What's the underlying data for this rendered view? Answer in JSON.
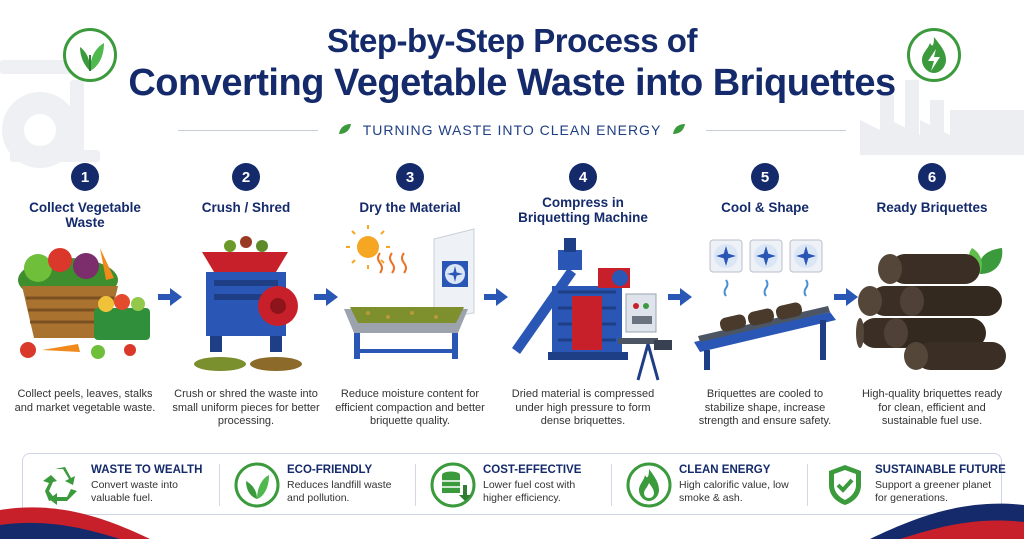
{
  "header": {
    "title_line1": "Step-by-Step Process of",
    "title_line2": "Converting Vegetable Waste into Briquettes",
    "tagline": "TURNING WASTE INTO CLEAN ENERGY"
  },
  "steps": [
    {
      "num": "1",
      "title": "Collect Vegetable Waste",
      "desc": "Collect peels, leaves, stalks and market vegetable waste."
    },
    {
      "num": "2",
      "title": "Crush / Shred",
      "desc": "Crush or shred the waste into small uniform pieces for better processing."
    },
    {
      "num": "3",
      "title": "Dry the Material",
      "desc": "Reduce moisture content for efficient compaction and better briquette quality."
    },
    {
      "num": "4",
      "title": "Compress in Briquetting Machine",
      "desc": "Dried material is compressed under high pressure to form dense briquettes."
    },
    {
      "num": "5",
      "title": "Cool & Shape",
      "desc": "Briquettes are cooled to stabilize shape, increase strength and ensure safety."
    },
    {
      "num": "6",
      "title": "Ready Briquettes",
      "desc": "High-quality briquettes ready for clean, efficient and sustainable fuel use."
    }
  ],
  "benefits": [
    {
      "title": "WASTE TO WEALTH",
      "desc": "Convert waste into valuable fuel.",
      "icon": "recycle-icon"
    },
    {
      "title": "ECO-FRIENDLY",
      "desc": "Reduces landfill waste and pollution.",
      "icon": "leaf-icon"
    },
    {
      "title": "COST-EFFECTIVE",
      "desc": "Lower fuel cost with higher efficiency.",
      "icon": "coins-icon"
    },
    {
      "title": "CLEAN ENERGY",
      "desc": "High calorific value, low smoke & ash.",
      "icon": "flame-icon"
    },
    {
      "title": "SUSTAINABLE FUTURE",
      "desc": "Support a greener planet for generations.",
      "icon": "shield-check-icon"
    }
  ],
  "colors": {
    "navy": "#142a6b",
    "green": "#3a9a3c",
    "blue_machine": "#2a57b5",
    "red_accent": "#c8202a"
  }
}
